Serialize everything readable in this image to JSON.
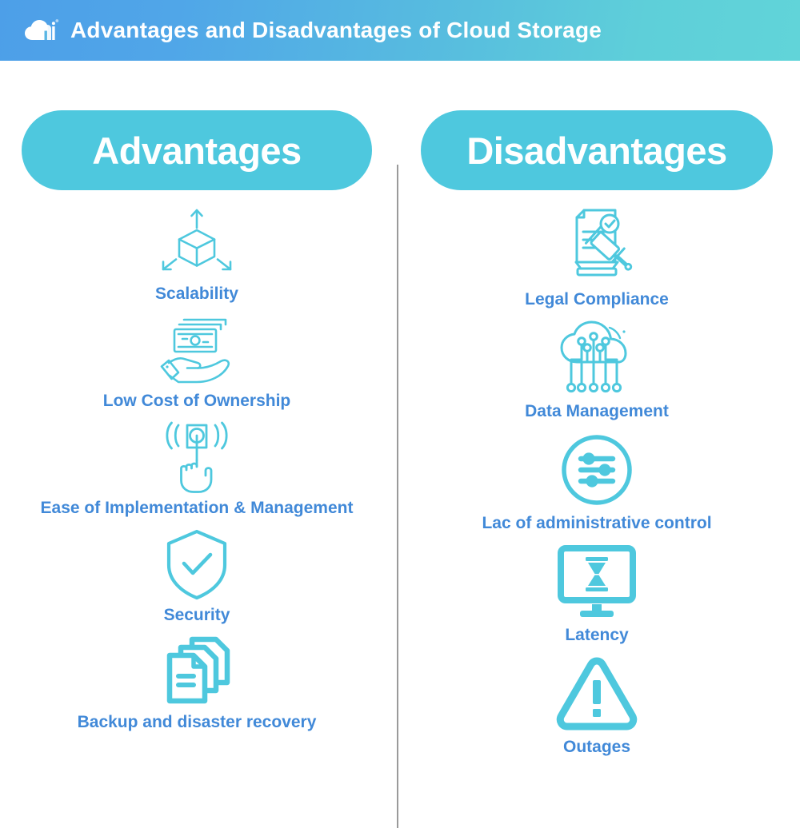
{
  "header": {
    "title": "Advantages and Disadvantages of Cloud Storage",
    "logo_icon": "cloud-hi-logo-icon",
    "gradient_from": "#4d9fe8",
    "gradient_to": "#61d4d9",
    "text_color": "#ffffff"
  },
  "theme": {
    "accent": "#4ec8de",
    "label_color": "#4189d8",
    "divider_color": "#9a9a9a",
    "background": "#ffffff"
  },
  "columns": [
    {
      "id": "advantages",
      "pill_label": "Advantages",
      "items": [
        {
          "label": "Scalability",
          "icon": "scalable-cube-icon"
        },
        {
          "label": "Low Cost of Ownership",
          "icon": "hand-holding-money-icon"
        },
        {
          "label": "Ease of Implementation & Management",
          "icon": "hand-tap-signal-icon"
        },
        {
          "label": "Security",
          "icon": "shield-check-icon"
        },
        {
          "label": "Backup and disaster recovery",
          "icon": "stacked-documents-icon"
        }
      ]
    },
    {
      "id": "disadvantages",
      "pill_label": "Disadvantages",
      "items": [
        {
          "label": "Legal Compliance",
          "icon": "document-gavel-icon"
        },
        {
          "label": "Data Management",
          "icon": "cloud-circuit-icon"
        },
        {
          "label": "Lac of administrative control",
          "icon": "settings-sliders-icon"
        },
        {
          "label": "Latency",
          "icon": "monitor-hourglass-icon"
        },
        {
          "label": "Outages",
          "icon": "warning-triangle-icon"
        }
      ]
    }
  ]
}
